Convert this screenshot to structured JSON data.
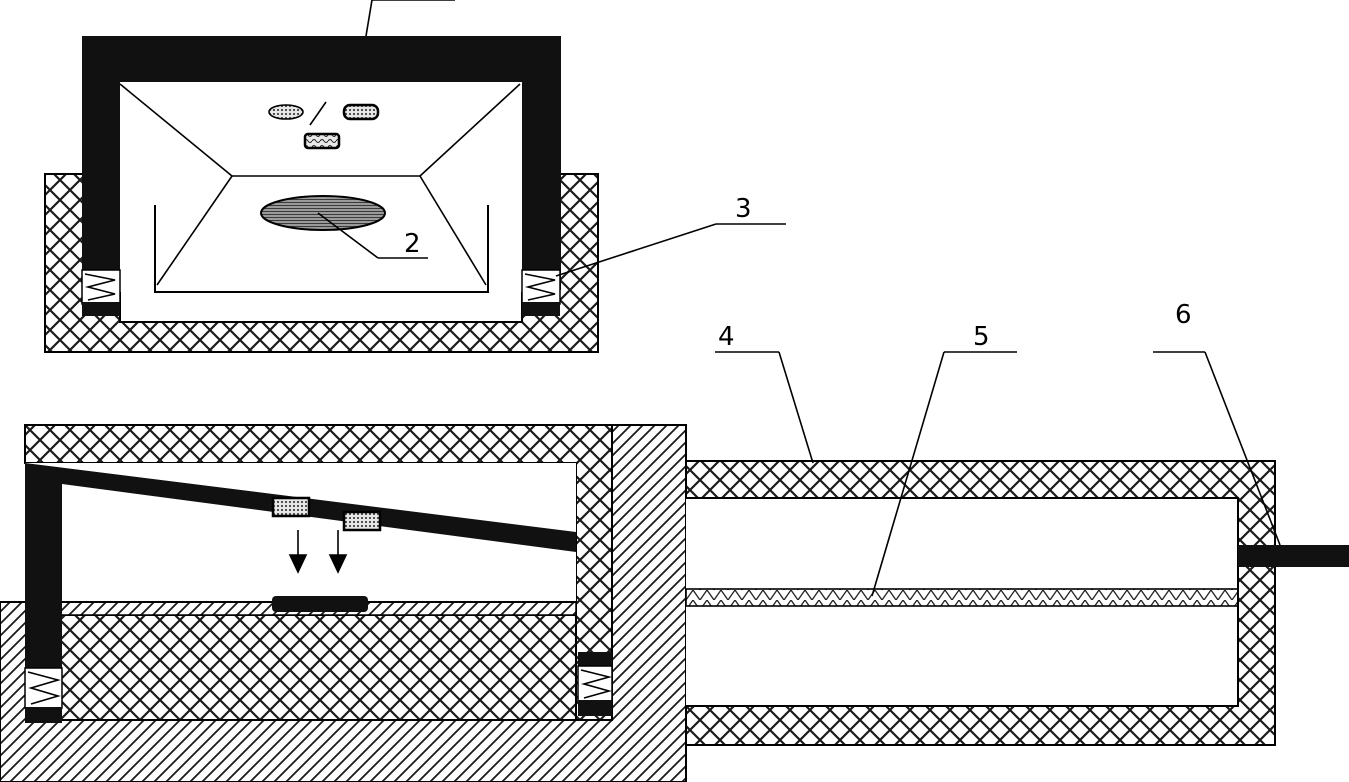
{
  "labels": {
    "two": "2",
    "three": "3",
    "four": "4",
    "five": "5",
    "six": "6"
  },
  "colors": {
    "solid": "#111111",
    "hatch_line": "#1a1a1a",
    "background": "#ffffff",
    "gel_fill": "#9a9a9a"
  }
}
